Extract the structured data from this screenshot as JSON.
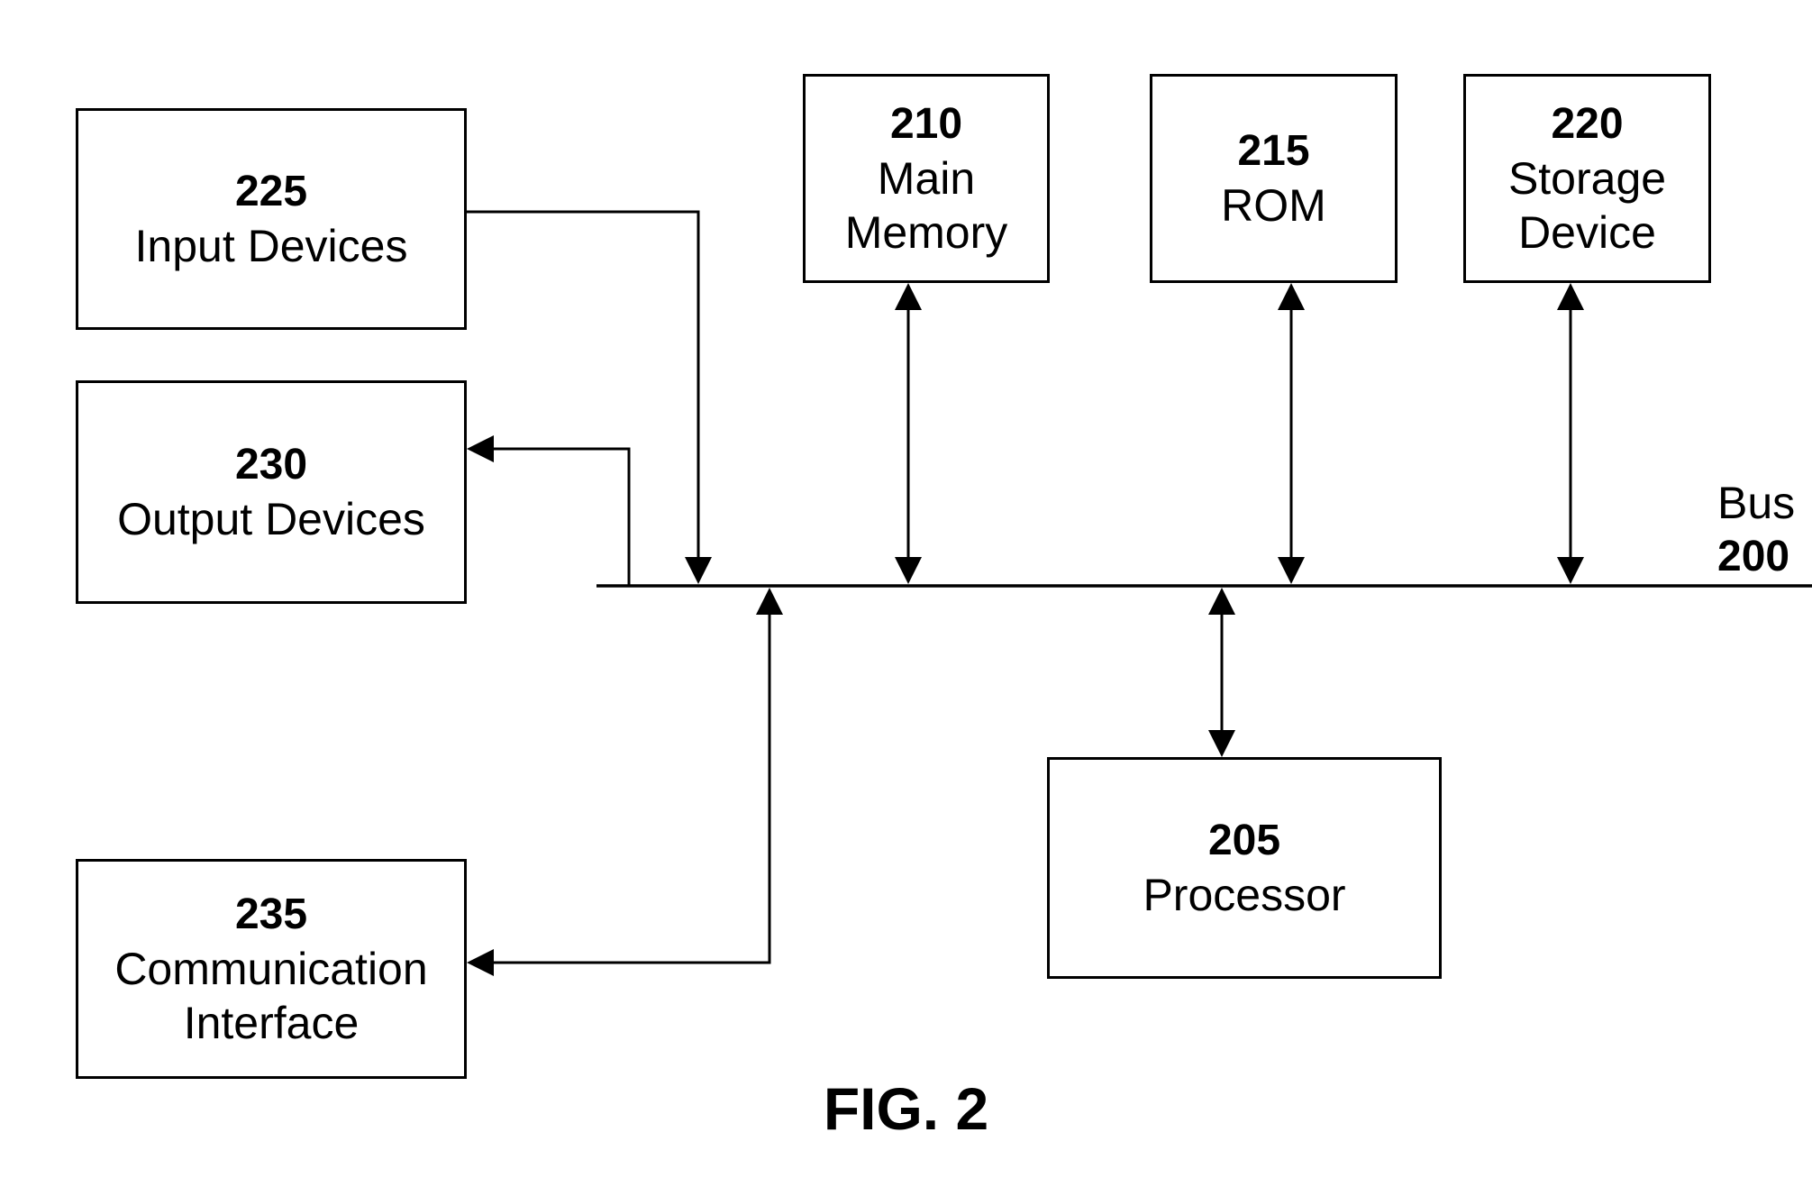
{
  "figure": {
    "caption": "FIG. 2"
  },
  "bus": {
    "name": "Bus",
    "number": "200"
  },
  "blocks": {
    "input_devices": {
      "number": "225",
      "label": "Input Devices"
    },
    "output_devices": {
      "number": "230",
      "label": "Output Devices"
    },
    "communication_interface": {
      "number": "235",
      "label": "Communication\nInterface"
    },
    "main_memory": {
      "number": "210",
      "label": "Main\nMemory"
    },
    "rom": {
      "number": "215",
      "label": "ROM"
    },
    "storage_device": {
      "number": "220",
      "label": "Storage\nDevice"
    },
    "processor": {
      "number": "205",
      "label": "Processor"
    }
  },
  "connections": [
    {
      "from": "Input Devices",
      "to": "Bus",
      "direction": "to-bus"
    },
    {
      "from": "Bus",
      "to": "Output Devices",
      "direction": "from-bus"
    },
    {
      "from": "Bus",
      "to": "Communication Interface",
      "direction": "bidirectional"
    },
    {
      "from": "Bus",
      "to": "Main Memory",
      "direction": "bidirectional"
    },
    {
      "from": "Bus",
      "to": "ROM",
      "direction": "bidirectional"
    },
    {
      "from": "Bus",
      "to": "Storage Device",
      "direction": "bidirectional"
    },
    {
      "from": "Bus",
      "to": "Processor",
      "direction": "bidirectional"
    }
  ],
  "colors": {
    "line": "#000000",
    "background": "#ffffff"
  }
}
